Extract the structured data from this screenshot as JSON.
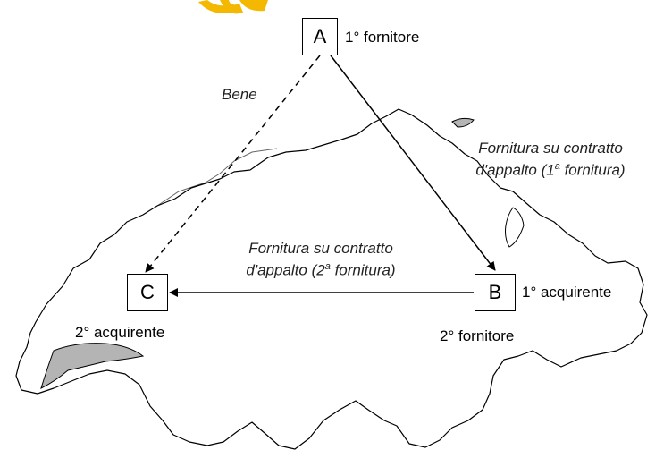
{
  "nodes": {
    "a": {
      "letter": "A",
      "role": "1° fornitore"
    },
    "b": {
      "letter": "B",
      "role_right": "1° acquirente",
      "role_below": "2° fornitore"
    },
    "c": {
      "letter": "C",
      "role_below": "2° acquirente"
    }
  },
  "edges": {
    "a_c": {
      "label": "Bene",
      "style": "dashed"
    },
    "a_b": {
      "label_line1": "Fornitura su contratto",
      "label_line2_pre": "d'appalto (1",
      "label_line2_sup": "a",
      "label_line2_post": " fornitura)",
      "style": "solid"
    },
    "b_c": {
      "label_line1": "Fornitura su contratto",
      "label_line2_pre": "d'appalto (2",
      "label_line2_sup": "a",
      "label_line2_post": " fornitura)",
      "style": "solid"
    }
  },
  "colors": {
    "lake": "#b4b4b4",
    "outline": "#000000",
    "logo": "#f5b800"
  }
}
